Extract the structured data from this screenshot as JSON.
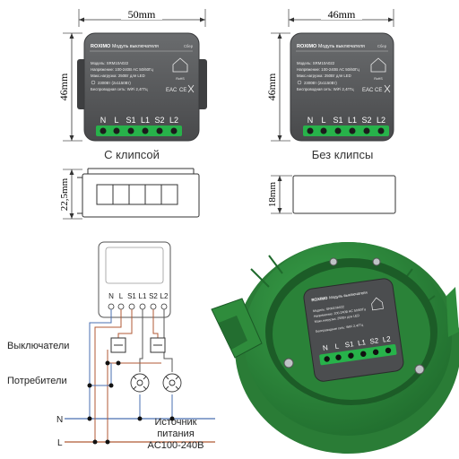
{
  "dimensions": {
    "width_clip": "50mm",
    "width_noclip": "46mm",
    "height_clip": "46mm",
    "height_noclip": "46mm",
    "depth_clip": "22,5mm",
    "depth_noclip": "18mm"
  },
  "captions": {
    "with_clip": "С клипсой",
    "without_clip": "Без клипсы"
  },
  "label": {
    "brand": "ROXIMO",
    "title": "Модуль выключателя",
    "suffix": "Сбер",
    "model": "Модель: SRM10A022",
    "voltage": "Напряжение: 100-240В AC 50/60Гц",
    "max_load": "Макс.нагрузка: 250Вт для LED",
    "load_detail": "2300Вт (2x1150Вт)",
    "network": "Беспроводная сеть: WiFi 2,4ГГц",
    "marks": [
      "RoHS",
      "CE"
    ]
  },
  "terminals": [
    "N",
    "L",
    "S1",
    "L1",
    "S2",
    "L2"
  ],
  "wiring": {
    "switches_label": "Выключатели",
    "consumers_label": "Потребители",
    "n_label": "N",
    "l_label": "L",
    "source_label_1": "Источник",
    "source_label_2": "питания",
    "source_label_3": "AC100-240В"
  },
  "colors": {
    "module_body": "#56585a",
    "terminal_green": "#27b24a",
    "box_green": "#2f8c3c",
    "wire_brown": "#b05a34",
    "wire_blue": "#4a6fb0"
  }
}
